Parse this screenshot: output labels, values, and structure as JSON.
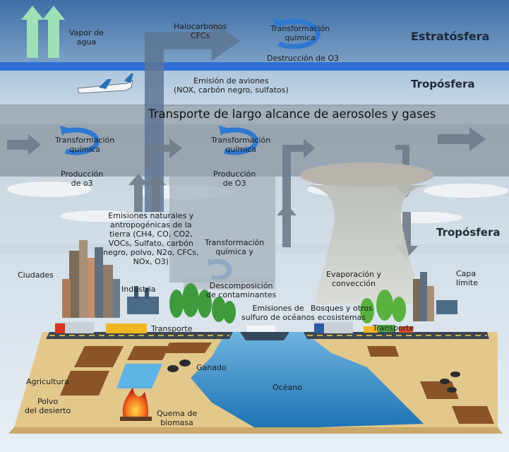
{
  "layers": {
    "stratosphere": "Estratósfera",
    "troposphere_upper": "Tropósfera",
    "troposphere_lower": "Tropósfera"
  },
  "banner": "Transporte de largo alcance de aerosoles y gases",
  "labels": {
    "water_vapor": [
      "Vapor de",
      "agua"
    ],
    "halocarbons": [
      "Halocarbonos",
      "CFCs"
    ],
    "chem_transform_top": [
      "Transformación",
      "química"
    ],
    "o3_destruction": "Destrucción de O3",
    "aircraft_emission": [
      "Emisión de aviones",
      "(NOX, carbón negro, sulfatos)"
    ],
    "chem_transform_left": [
      "Transformación",
      "química"
    ],
    "production_left": [
      "Producción",
      "de o3"
    ],
    "chem_transform_mid": [
      "Transformación",
      "química"
    ],
    "production_mid": [
      "Producción",
      "de O3"
    ],
    "emissions": [
      "Emisiones naturales y",
      "antropogénicas de la",
      "tierra (CH4, CO, CO2,",
      "VOCs, Sulfato, carbón",
      "negro, polvo, N2o, CFCs,",
      "NOx, O3)"
    ],
    "chem_transform_y": [
      "Transformación",
      "química y"
    ],
    "decomposition": [
      "Descomposición",
      "de contaminantes"
    ],
    "cities": "Ciudades",
    "industry": "Industria",
    "transport_left": "Transporte",
    "ocean_sulfur": [
      "Emisiones de",
      "sulfuro de océanos"
    ],
    "evaporation": [
      "Evaporación y",
      "convección"
    ],
    "forests": [
      "Bosques y otros",
      "ecosistemas"
    ],
    "transport_right": "Transporte",
    "boundary_layer": [
      "Capa",
      "límite"
    ],
    "livestock": "Ganado",
    "agriculture": "Agricultura",
    "ocean": "Océano",
    "desert_dust": [
      "Polvo",
      "del desierto"
    ],
    "biomass_burning": [
      "Quema de",
      "biomasa"
    ]
  },
  "colors": {
    "stratosphere": "#4a78ad",
    "tropopause_line": "#2f6fd6",
    "troposphere": "#c4d6e6",
    "transport_band": "#8d9aa6",
    "sky_light": "#eaf1f7",
    "arrow": "#6e7c89",
    "vapor_arrow": "#9ee0b8",
    "cycle_arrow": "#2f78d0",
    "ocean": "#2f86c4",
    "sand": "#e3c88c",
    "field": "#8a5428",
    "road": "#3d4650",
    "fire": "#f05a1e"
  }
}
